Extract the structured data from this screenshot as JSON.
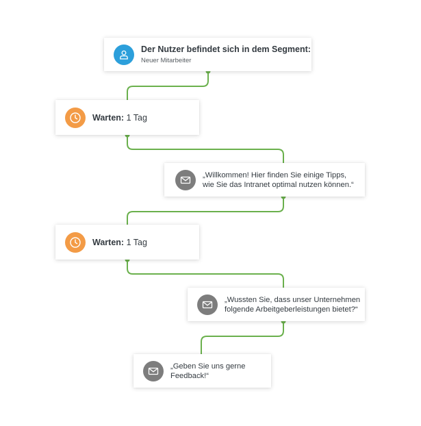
{
  "workflow": {
    "trigger": {
      "title": "Der Nutzer befindet sich in dem Segment:",
      "segment": "Neuer Mitarbeiter",
      "icon": "user-icon"
    },
    "wait_1": {
      "label": "Warten:",
      "value": "1 Tag",
      "icon": "clock-icon"
    },
    "message_1": {
      "line1": "„Willkommen! Hier finden Sie einige Tipps,",
      "line2": "wie Sie das Intranet optimal nutzen können.“",
      "icon": "mail-icon"
    },
    "wait_2": {
      "label": "Warten:",
      "value": "1 Tag",
      "icon": "clock-icon"
    },
    "message_2": {
      "line1": "„Wussten Sie, dass unser Unternehmen",
      "line2": "folgende Arbeitgeberleistungen bietet?“",
      "icon": "mail-icon"
    },
    "message_3": {
      "line1": "„Geben Sie uns gerne",
      "line2": "Feedback!“",
      "icon": "mail-icon"
    }
  },
  "colors": {
    "connector": "#6ab04c",
    "user_icon_bg": "#2c9fdb",
    "clock_icon_bg": "#f39b46",
    "mail_icon_bg": "#7d7d7d"
  }
}
